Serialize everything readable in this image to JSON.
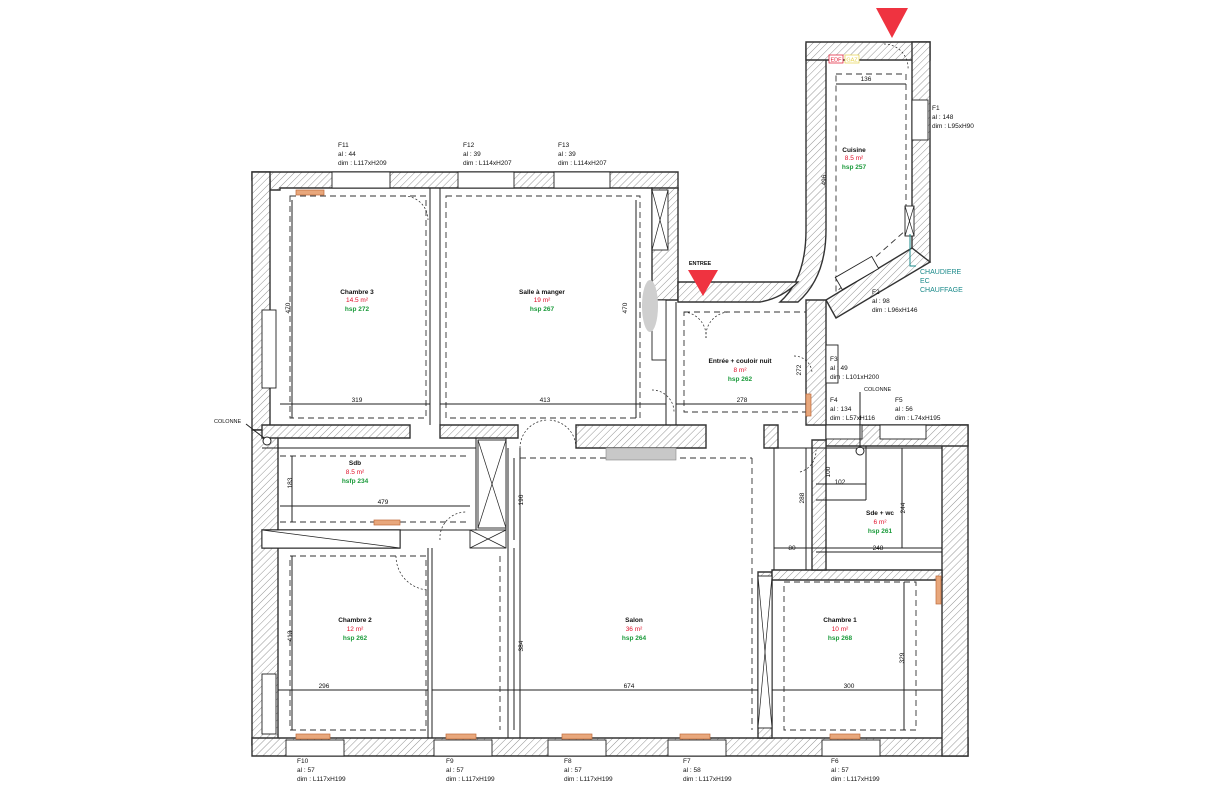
{
  "colors": {
    "entrance_arrow": "#ef3340",
    "area": "#e0102a",
    "height": "#1a9a3a",
    "boiler": "#1a8a8a",
    "radiator": "#e8a77c"
  },
  "rooms": {
    "chambre3": {
      "name": "Chambre 3",
      "area": "14.5 m²",
      "hsp": "hsp 272"
    },
    "salle": {
      "name": "Salle à manger",
      "area": "19 m²",
      "hsp": "hsp 267"
    },
    "cuisine": {
      "name": "Cuisine",
      "area": "8.5 m²",
      "hsp": "hsp 257"
    },
    "entree": {
      "name": "Entrée + couloir nuit",
      "area": "8 m²",
      "hsp": "hsp 262"
    },
    "sdb": {
      "name": "Sdb",
      "area": "8.5 m²",
      "hsp": "hsfp 234"
    },
    "sde": {
      "name": "Sde + wc",
      "area": "6 m²",
      "hsp": "hsp 261"
    },
    "chambre2": {
      "name": "Chambre 2",
      "area": "12 m²",
      "hsp": "hsp 262"
    },
    "salon": {
      "name": "Salon",
      "area": "36 m²",
      "hsp": "hsp 264"
    },
    "chambre1": {
      "name": "Chambre 1",
      "area": "10 m²",
      "hsp": "hsp 268"
    }
  },
  "dims": {
    "d319": "319",
    "d413a": "413",
    "d470a": "470",
    "d470b": "470",
    "d278": "278",
    "d136": "136",
    "d496": "496",
    "d272": "272",
    "d479": "479",
    "d183": "183",
    "d196": "196",
    "d384": "384",
    "d413b": "413",
    "d296": "296",
    "d674": "674",
    "d300": "300",
    "d329": "329",
    "d248": "248",
    "d244": "244",
    "d102": "102",
    "d100": "100",
    "d288": "288",
    "d80": "80"
  },
  "windows": {
    "F11": {
      "name": "F11",
      "al": "al : 44",
      "dim": "dim : L117xH209"
    },
    "F12": {
      "name": "F12",
      "al": "al : 39",
      "dim": "dim : L114xH207"
    },
    "F13": {
      "name": "F13",
      "al": "al : 39",
      "dim": "dim : L114xH207"
    },
    "F1": {
      "name": "F1",
      "al": "al : 148",
      "dim": "dim : L95xH90"
    },
    "F2": {
      "name": "F2",
      "al": "al : 98",
      "dim": "dim : L96xH146"
    },
    "F3": {
      "name": "F3",
      "al": "al : 49",
      "dim": "dim : L101xH200"
    },
    "F4": {
      "name": "F4",
      "al": "al : 134",
      "dim": "dim : L57xH116"
    },
    "F5": {
      "name": "F5",
      "al": "al : 56",
      "dim": "dim : L74xH195"
    },
    "F10": {
      "name": "F10",
      "al": "al : 57",
      "dim": "dim : L117xH199"
    },
    "F9": {
      "name": "F9",
      "al": "al : 57",
      "dim": "dim : L117xH199"
    },
    "F8": {
      "name": "F8",
      "al": "al : 57",
      "dim": "dim : L117xH199"
    },
    "F7": {
      "name": "F7",
      "al": "al : 58",
      "dim": "dim : L117xH199"
    },
    "F6": {
      "name": "F6",
      "al": "al : 57",
      "dim": "dim : L117xH199"
    }
  },
  "labels": {
    "entree": "ENTREE",
    "colonne_left": "COLONNE",
    "colonne_right": "COLONNE",
    "boiler_1": "CHAUDIERE",
    "boiler_2": "EC",
    "boiler_3": "CHAUFFAGE",
    "edf": "EDF",
    "gaz": "GAZ"
  }
}
